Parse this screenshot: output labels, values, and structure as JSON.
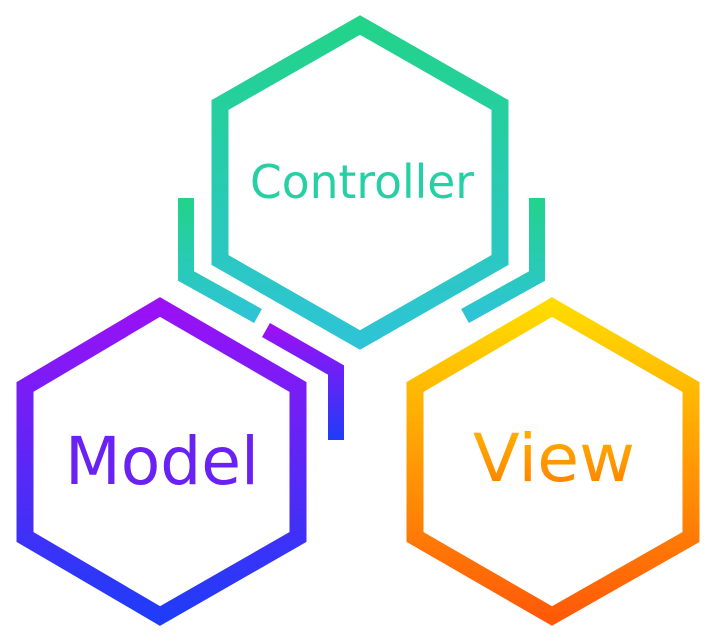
{
  "diagram": {
    "nodes": {
      "controller": {
        "label": "Controller",
        "gradient": [
          "#22D38A",
          "#2EC4D6"
        ]
      },
      "model": {
        "label": "Model",
        "gradient": [
          "#9A11F5",
          "#1F3CF8"
        ]
      },
      "view": {
        "label": "View",
        "gradient": [
          "#FFDB00",
          "#FF5A08"
        ]
      }
    },
    "connectors": [
      {
        "from": "controller",
        "to": "model"
      },
      {
        "from": "controller",
        "to": "view"
      },
      {
        "from": "model",
        "to": "controller"
      }
    ]
  }
}
